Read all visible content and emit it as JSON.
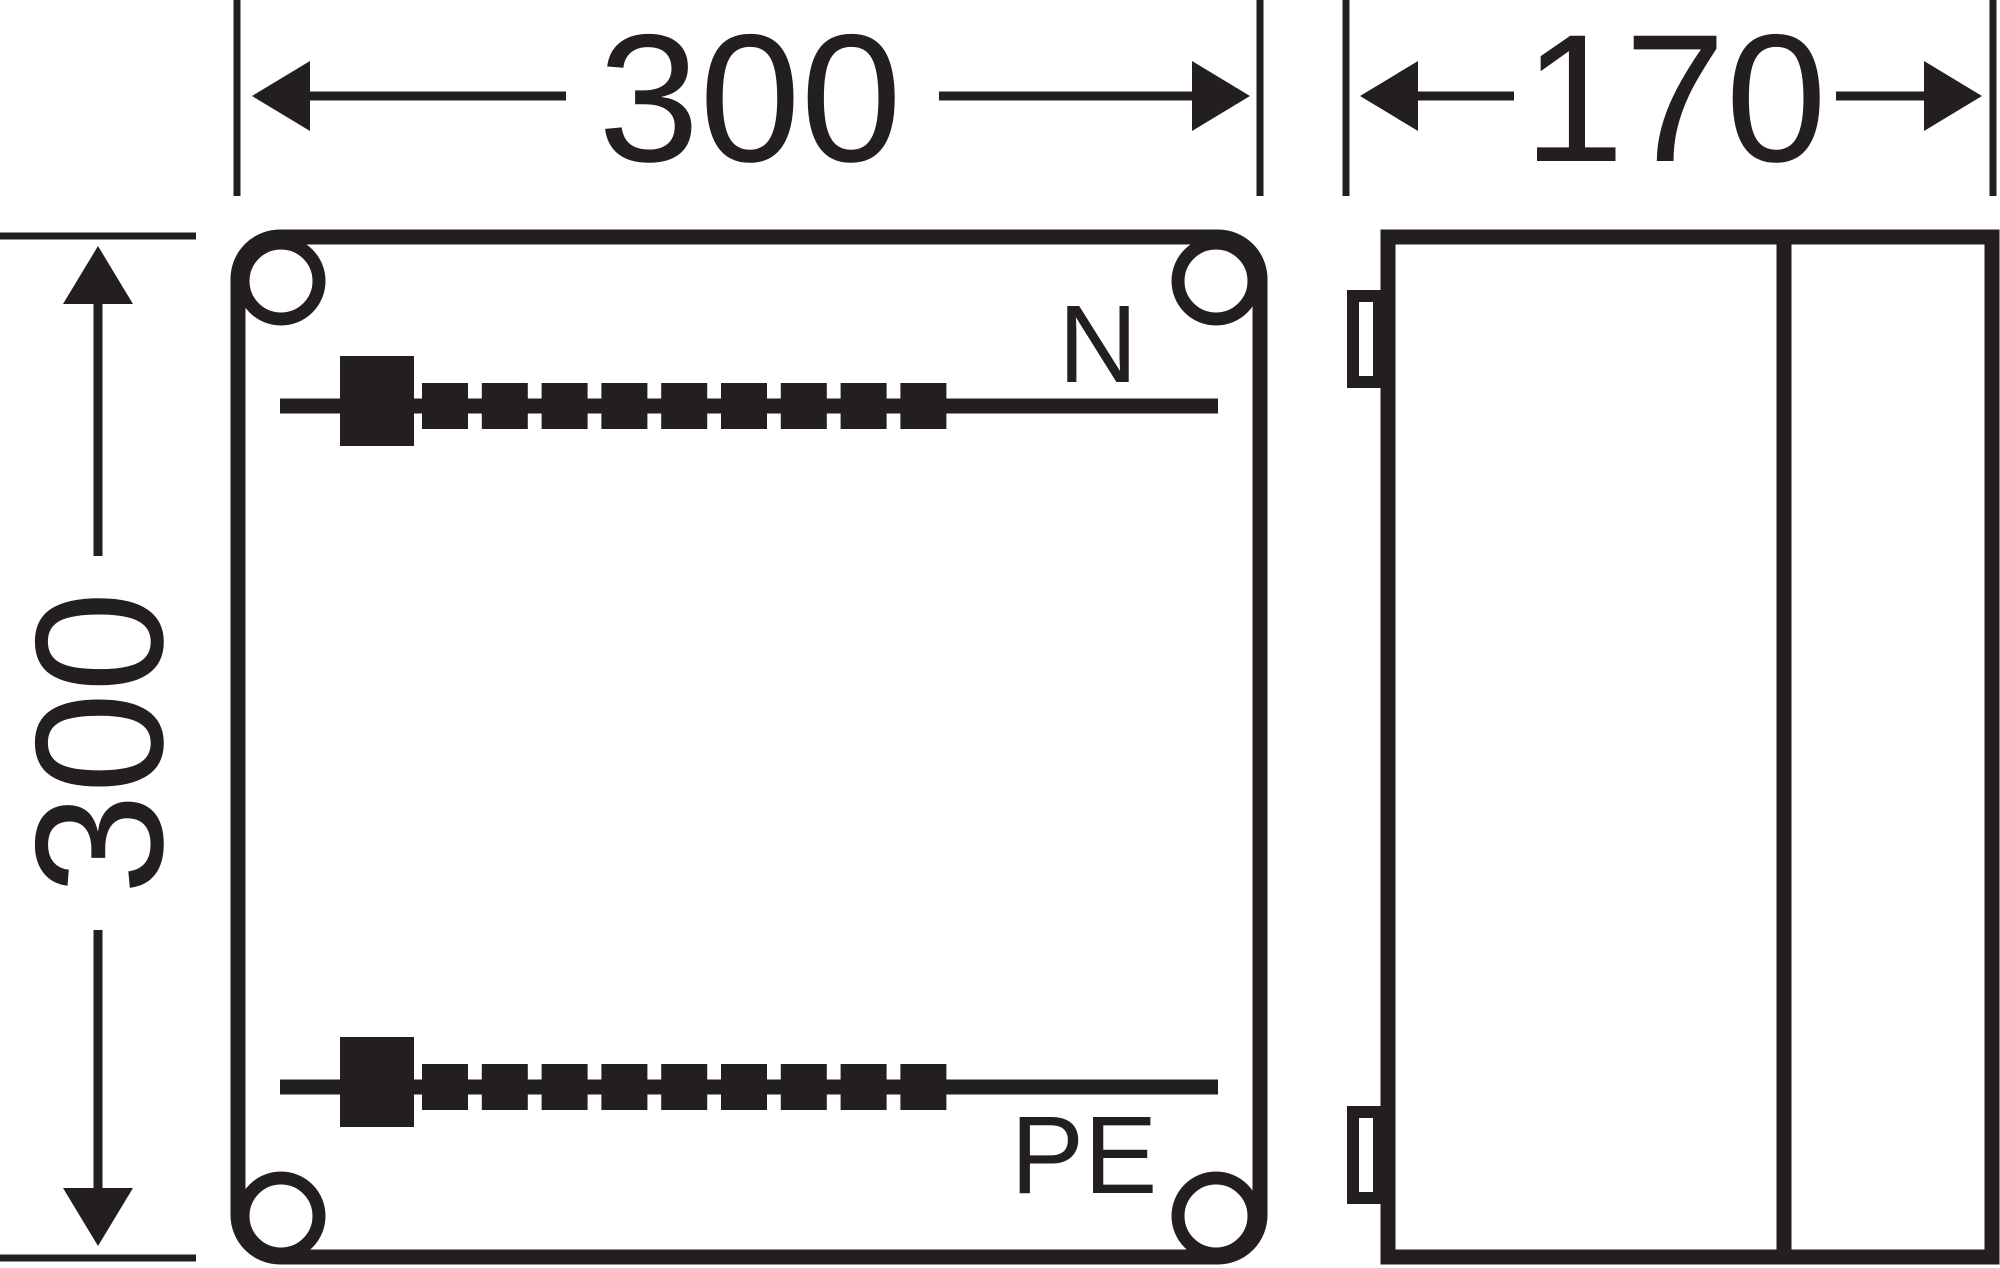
{
  "dimensions": {
    "front_width": "300",
    "side_depth": "170",
    "height": "300"
  },
  "busbars": {
    "neutral_label": "N",
    "earth_label": "PE",
    "terminal_count": 9
  },
  "colors": {
    "line": "#231f20",
    "background": "#ffffff"
  }
}
